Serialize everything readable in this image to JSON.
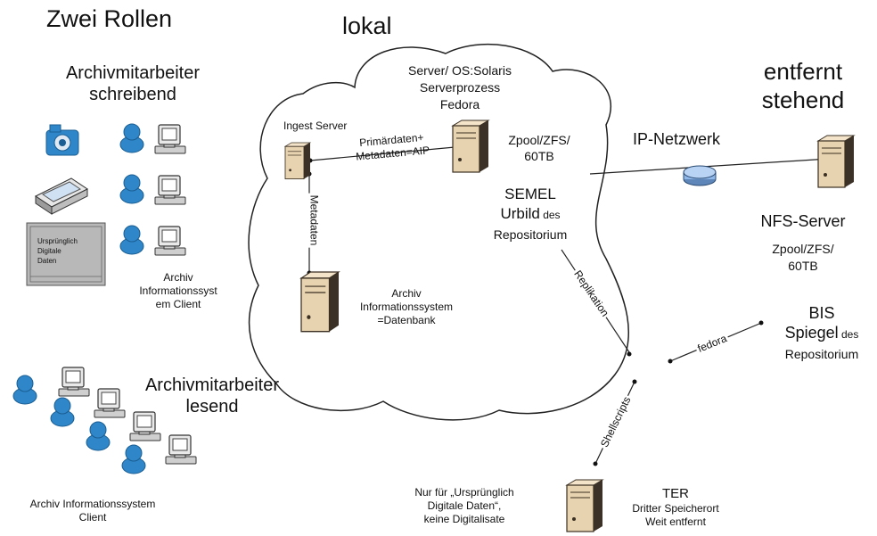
{
  "title": "Zwei Rollen",
  "lokal": "lokal",
  "remote": {
    "line1": "entfernt",
    "line2": "stehend"
  },
  "writer": {
    "line1": "Archivmitarbeiter",
    "line2": "schreibend"
  },
  "reader": {
    "line1": "Archivmitarbeiter",
    "line2": "lesend"
  },
  "client_writer": {
    "line1": "Archiv",
    "line2": "Informationssyst",
    "line3": "em Client"
  },
  "client_reader": {
    "line1": "Archiv Informationssystem",
    "line2": "Client"
  },
  "source_box": {
    "line1": "Ursprünglich",
    "line2": "Digitale",
    "line3": "Daten"
  },
  "server": {
    "line1": "Server/ OS:Solaris",
    "line2": "Serverprozess",
    "line3": "Fedora"
  },
  "ingest_server": "Ingest Server",
  "aip_label": {
    "line1": "Primärdaten+",
    "line2": "Metadaten=AIP"
  },
  "metadaten": "Metadaten",
  "zpool_local": {
    "line1": "Zpool/ZFS/",
    "line2": "60TB"
  },
  "semel": {
    "line1": "SEMEL",
    "line2a": "Urbild",
    "line2b": " des",
    "line3": "Repositorium"
  },
  "db": {
    "line1": "Archiv",
    "line2": "Informationssystem",
    "line3": "=Datenbank"
  },
  "ip_netzwerk": "IP-Netzwerk",
  "nfs": {
    "title": "NFS-Server",
    "line1": "Zpool/ZFS/",
    "line2": "60TB"
  },
  "bis": {
    "line1": "BIS",
    "line2a": "Spiegel",
    "line2b": " des",
    "line3": "Repositorium"
  },
  "replikation": "Replikation",
  "fedora_link": "fedora",
  "shellscripts": "Shellscripts",
  "note": {
    "line1": "Nur für „Ursprünglich",
    "line2": "Digitale Daten“,",
    "line3": "keine Digitalisate"
  },
  "ter": {
    "line1": "TER",
    "line2": "Dritter Speicherort",
    "line3": "Weit entfernt"
  },
  "icons": [
    "camera-icon",
    "scanner-icon",
    "user-workstation-icon",
    "server-icon",
    "database-server-icon",
    "network-hub-icon"
  ],
  "colors": {
    "user": "#2f86c8",
    "server": "#e8d3b0",
    "hub": "#8fb7e8",
    "box": "#b8b8b8"
  }
}
